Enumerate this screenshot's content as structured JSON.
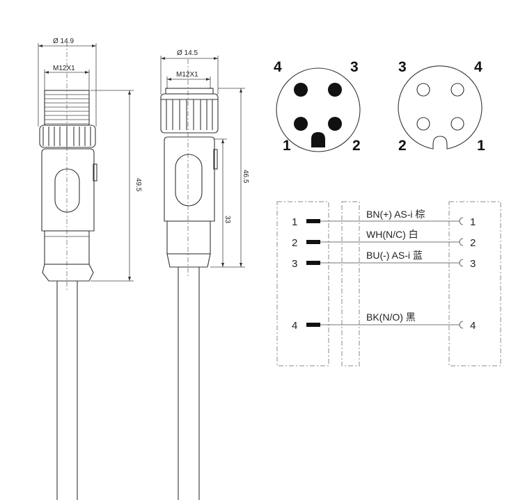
{
  "male_connector": {
    "diameter_label": "Ø 14.9",
    "thread_label": "M12X1",
    "length_label": "49.5"
  },
  "female_connector": {
    "diameter_label": "Ø 14.5",
    "thread_label": "M12X1",
    "length_label": "46.5",
    "body_length_label": "33"
  },
  "male_pinout": {
    "pins": [
      {
        "number": "4"
      },
      {
        "number": "3"
      },
      {
        "number": "1"
      },
      {
        "number": "2"
      }
    ]
  },
  "female_pinout": {
    "pins": [
      {
        "number": "3"
      },
      {
        "number": "4"
      },
      {
        "number": "2"
      },
      {
        "number": "1"
      }
    ]
  },
  "wiring": {
    "wires": [
      {
        "left": "1",
        "label": "BN(+) AS-i  棕",
        "right": "1"
      },
      {
        "left": "2",
        "label": "WH(N/C)  白",
        "right": "2"
      },
      {
        "left": "3",
        "label": "BU(-) AS-i 蓝",
        "right": "3"
      },
      {
        "left": "4",
        "label": "BK(N/O)  黑",
        "right": "4"
      }
    ]
  }
}
